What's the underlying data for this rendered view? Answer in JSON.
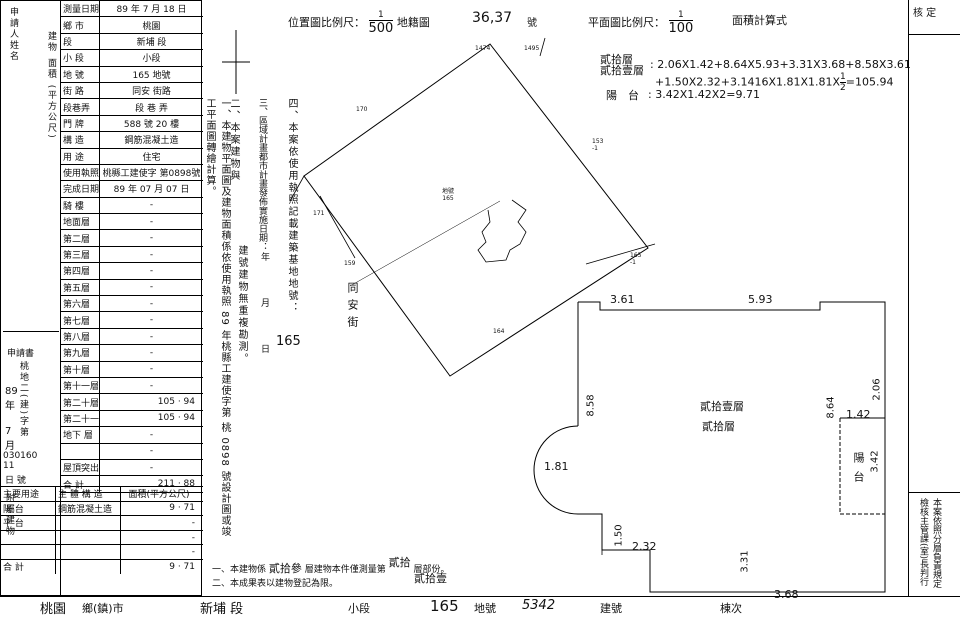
{
  "form": {
    "applicant_label": "申請人姓名",
    "rows": [
      {
        "key": "測量日期",
        "value": "89 年 7 月 18 日"
      },
      {
        "key": "鄉 市",
        "value": "桃園"
      },
      {
        "key": "段",
        "value": "新埔 段"
      },
      {
        "key": "小 段",
        "value": "小段"
      },
      {
        "key": "地 號",
        "value": "165 地號"
      },
      {
        "key": "街 路",
        "value": "同安 街路"
      },
      {
        "key": "段巷弄",
        "value": "段 巷 弄"
      },
      {
        "key": "門 牌",
        "value": "588 號 20 樓"
      },
      {
        "key": "構 造",
        "value": "鋼筋混凝土造"
      },
      {
        "key": "用 途",
        "value": "住宅"
      },
      {
        "key": "使用執照",
        "value": "桃縣工建使字 第0898號"
      },
      {
        "key": "完成日期",
        "value": "89 年 07 月 07 日"
      },
      {
        "key": "騎 樓",
        "value": "-"
      },
      {
        "key": "地面層",
        "value": "-"
      },
      {
        "key": "第二層",
        "value": "-"
      },
      {
        "key": "第三層",
        "value": "-"
      },
      {
        "key": "第四層",
        "value": "-"
      },
      {
        "key": "第五層",
        "value": "-"
      },
      {
        "key": "第六層",
        "value": "-"
      },
      {
        "key": "第七層",
        "value": "-"
      },
      {
        "key": "第八層",
        "value": "-"
      },
      {
        "key": "第九層",
        "value": "-"
      },
      {
        "key": "第十層",
        "value": "-"
      },
      {
        "key": "第十一層",
        "value": "-"
      },
      {
        "key": "第二十層",
        "value": "105 · 94"
      },
      {
        "key": "第二十一層",
        "value": "105 · 94"
      },
      {
        "key": "地下 層",
        "value": "-"
      },
      {
        "key": "",
        "value": "-"
      },
      {
        "key": "屋頂突出物",
        "value": "-"
      },
      {
        "key": "合 計",
        "value": "211 · 88"
      }
    ],
    "side_labels": {
      "building_floor_area": "建物 面積 (平方公尺)",
      "applicant_box": "申請書",
      "county": "桃地二(建)字第",
      "year": "89 年",
      "month": "7 月",
      "number": "030160 11",
      "day": "日 號"
    },
    "attached_header": {
      "use": "主要用途",
      "structure": "主 體 構 造",
      "area": "面積(平方公尺)"
    },
    "attached_rows": [
      {
        "use": "陽 台",
        "structure": "鋼筋混凝土造",
        "area": "9 · 71"
      },
      {
        "use": "平 台",
        "structure": "",
        "area": "-"
      },
      {
        "use": "",
        "structure": "",
        "area": "-"
      },
      {
        "use": "",
        "structure": "",
        "area": "-"
      },
      {
        "use": "合 計",
        "structure": "",
        "area": "9 · 71"
      }
    ],
    "attached_side": "附屬建物"
  },
  "header": {
    "location_scale_label": "位置圖比例尺：",
    "location_scale_num": "1",
    "location_scale_den": "500",
    "cadastral_label": "地籍圖",
    "cadastral_no": "36,37",
    "cadastral_suffix": "號",
    "plan_scale_label": "平面圖比例尺：",
    "plan_scale_num": "1",
    "plan_scale_den": "100",
    "area_calc_label": "面積計算式",
    "check_label": "核 定"
  },
  "formula": {
    "floors_label": "貳拾層\n貳拾壹層",
    "line1": ": 2.06X1.42+8.64X5.93+3.31X3.68+8.58X3.61",
    "line2": "+1.50X2.32+3.1416X1.81X1.81X",
    "line2_frac_num": "1",
    "line2_frac_den": "2",
    "line2_end": "=105.94",
    "balcony_label": "陽　台",
    "balcony_formula": ": 3.42X1.42X2=9.71"
  },
  "notes": {
    "n1": "一、本建物平面圖及建物面積係依使用執照 89 年桃縣工建使字第 桃 0898 號設計圖或竣工平面圖轉繪計算。",
    "n2": "二、本案建物與",
    "n3": "三、區域計畫都市計畫發佈實施日期：",
    "n3b": "年　月　日",
    "n4": "四、本案依使用執照記載建築基地地號：",
    "n4_lot": "165",
    "n5": "建號建物無重複勘測。",
    "bottom1": "一、本建物係",
    "bottom1_a": "貳拾參",
    "bottom1_b": "層建物本件僅測量第",
    "bottom1_c": "貳拾",
    "bottom1_d": "層部份。",
    "bottom1_e": "貳拾壹",
    "bottom2": "二、本成果表以建物登記為限。"
  },
  "site": {
    "lot_165": "地號 165",
    "edge_170": "170",
    "edge_1474": "1474",
    "edge_1495": "1495",
    "edge_153": "153 -1",
    "edge_171": "171",
    "edge_159": "159",
    "edge_165_1": "165 -1",
    "edge_164": "164",
    "street": "同安街"
  },
  "plan": {
    "top_left": "3.61",
    "top_right": "5.93",
    "left_height": "8.58",
    "right_height": "8.64",
    "balcony_top": "1.42",
    "balcony_right": "2.06",
    "balcony_height": "3.42",
    "radius": "1.81",
    "bottom_step_h": "1.50",
    "bottom_step_w": "2.32",
    "bottom_right_h": "3.31",
    "bottom_width": "3.68",
    "floor_label_1": "貳拾壹層",
    "floor_label_2": "貳拾層",
    "balcony_label": "陽台"
  },
  "right_note": "本案依照分層負責規定 檢核主管課(室)長判行",
  "footer": {
    "county": "桃園",
    "county_suffix": "鄉(鎮)市",
    "section": "新埔 段",
    "subsection": "小段",
    "lot": "165",
    "lot_suffix": "地號",
    "handwritten": "5342",
    "build_no": "建號",
    "sheet": "棟次"
  }
}
